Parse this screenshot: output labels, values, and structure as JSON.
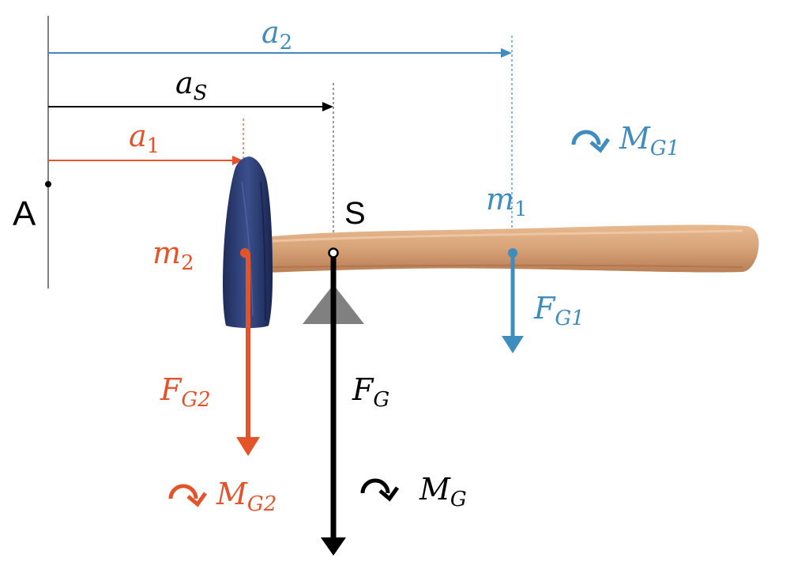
{
  "colors": {
    "blue": "#3f8dbf",
    "orange": "#e5532a",
    "black": "#000000",
    "support": "#808080",
    "handle": "#d9a57b",
    "head": "#2d3f78"
  },
  "labels": {
    "a2": {
      "base": "a",
      "sub": "2"
    },
    "aS": {
      "base": "a",
      "sub": "S"
    },
    "a1": {
      "base": "a",
      "sub": "1"
    },
    "point_A": "A",
    "point_S": "S",
    "m1": {
      "base": "m",
      "sub": "1"
    },
    "m2": {
      "base": "m",
      "sub": "2"
    },
    "FG1": {
      "base": "F",
      "sub": "G1"
    },
    "FG2": {
      "base": "F",
      "sub": "G2"
    },
    "FG": {
      "base": "F",
      "sub": "G"
    },
    "MG1": {
      "base": "M",
      "sub": "G1"
    },
    "MG2": {
      "base": "M",
      "sub": "G2"
    },
    "MG": {
      "base": "M",
      "sub": "G"
    }
  },
  "icons": {
    "moment": "clockwise-moment-icon",
    "support": "triangle-support-icon"
  }
}
